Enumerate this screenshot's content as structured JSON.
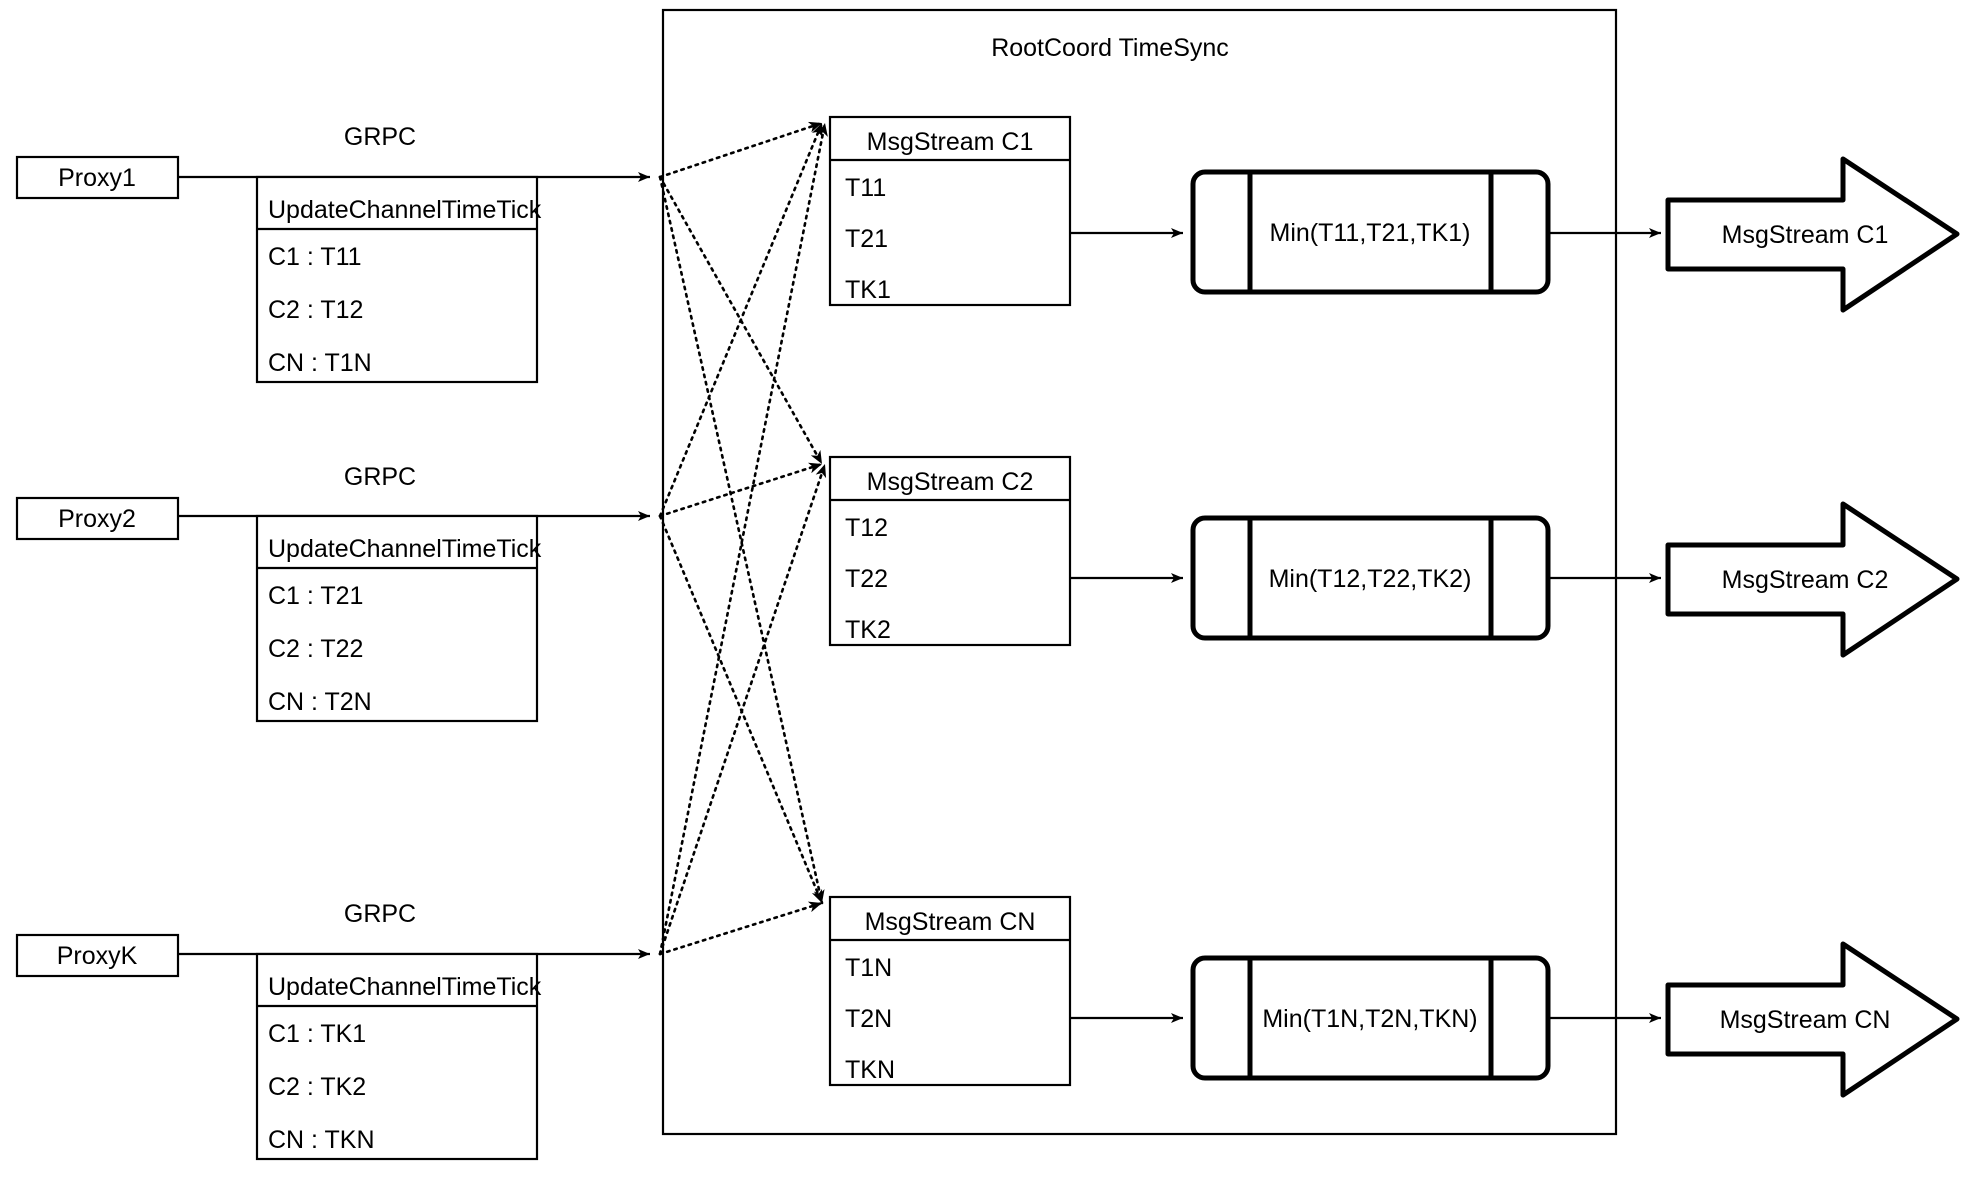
{
  "diagram": {
    "title": "RootCoord TimeSync",
    "container_label": "RootCoord TimeSync",
    "colors": {
      "stroke": "#000000",
      "background": "#ffffff"
    },
    "protocol_label": "GRPC",
    "rows": [
      {
        "proxy": "Proxy1",
        "grpc": "GRPC",
        "request_header": "UpdateChannelTimeTick",
        "request_rows": [
          "C1 :  T11",
          "C2 :  T12",
          "CN : T1N"
        ],
        "msgstream_header": "MsgStream C1",
        "msgstream_rows": [
          "T11",
          "T21",
          "TK1"
        ],
        "min_label": "Min(T11,T21,TK1)",
        "output_label": "MsgStream C1"
      },
      {
        "proxy": "Proxy2",
        "grpc": "GRPC",
        "request_header": "UpdateChannelTimeTick",
        "request_rows": [
          "C1 :  T21",
          "C2 :  T22",
          "CN : T2N"
        ],
        "msgstream_header": "MsgStream C2",
        "msgstream_rows": [
          "T12",
          "T22",
          "TK2"
        ],
        "min_label": "Min(T12,T22,TK2)",
        "output_label": "MsgStream C2"
      },
      {
        "proxy": "ProxyK",
        "grpc": "GRPC",
        "request_header": "UpdateChannelTimeTick",
        "request_rows": [
          "C1 :  TK1",
          "C2 :  TK2",
          "CN : TKN"
        ],
        "msgstream_header": "MsgStream CN",
        "msgstream_rows": [
          "T1N",
          "T2N",
          "TKN"
        ],
        "min_label": "Min(T1N,T2N,TKN)",
        "output_label": "MsgStream CN"
      }
    ]
  }
}
